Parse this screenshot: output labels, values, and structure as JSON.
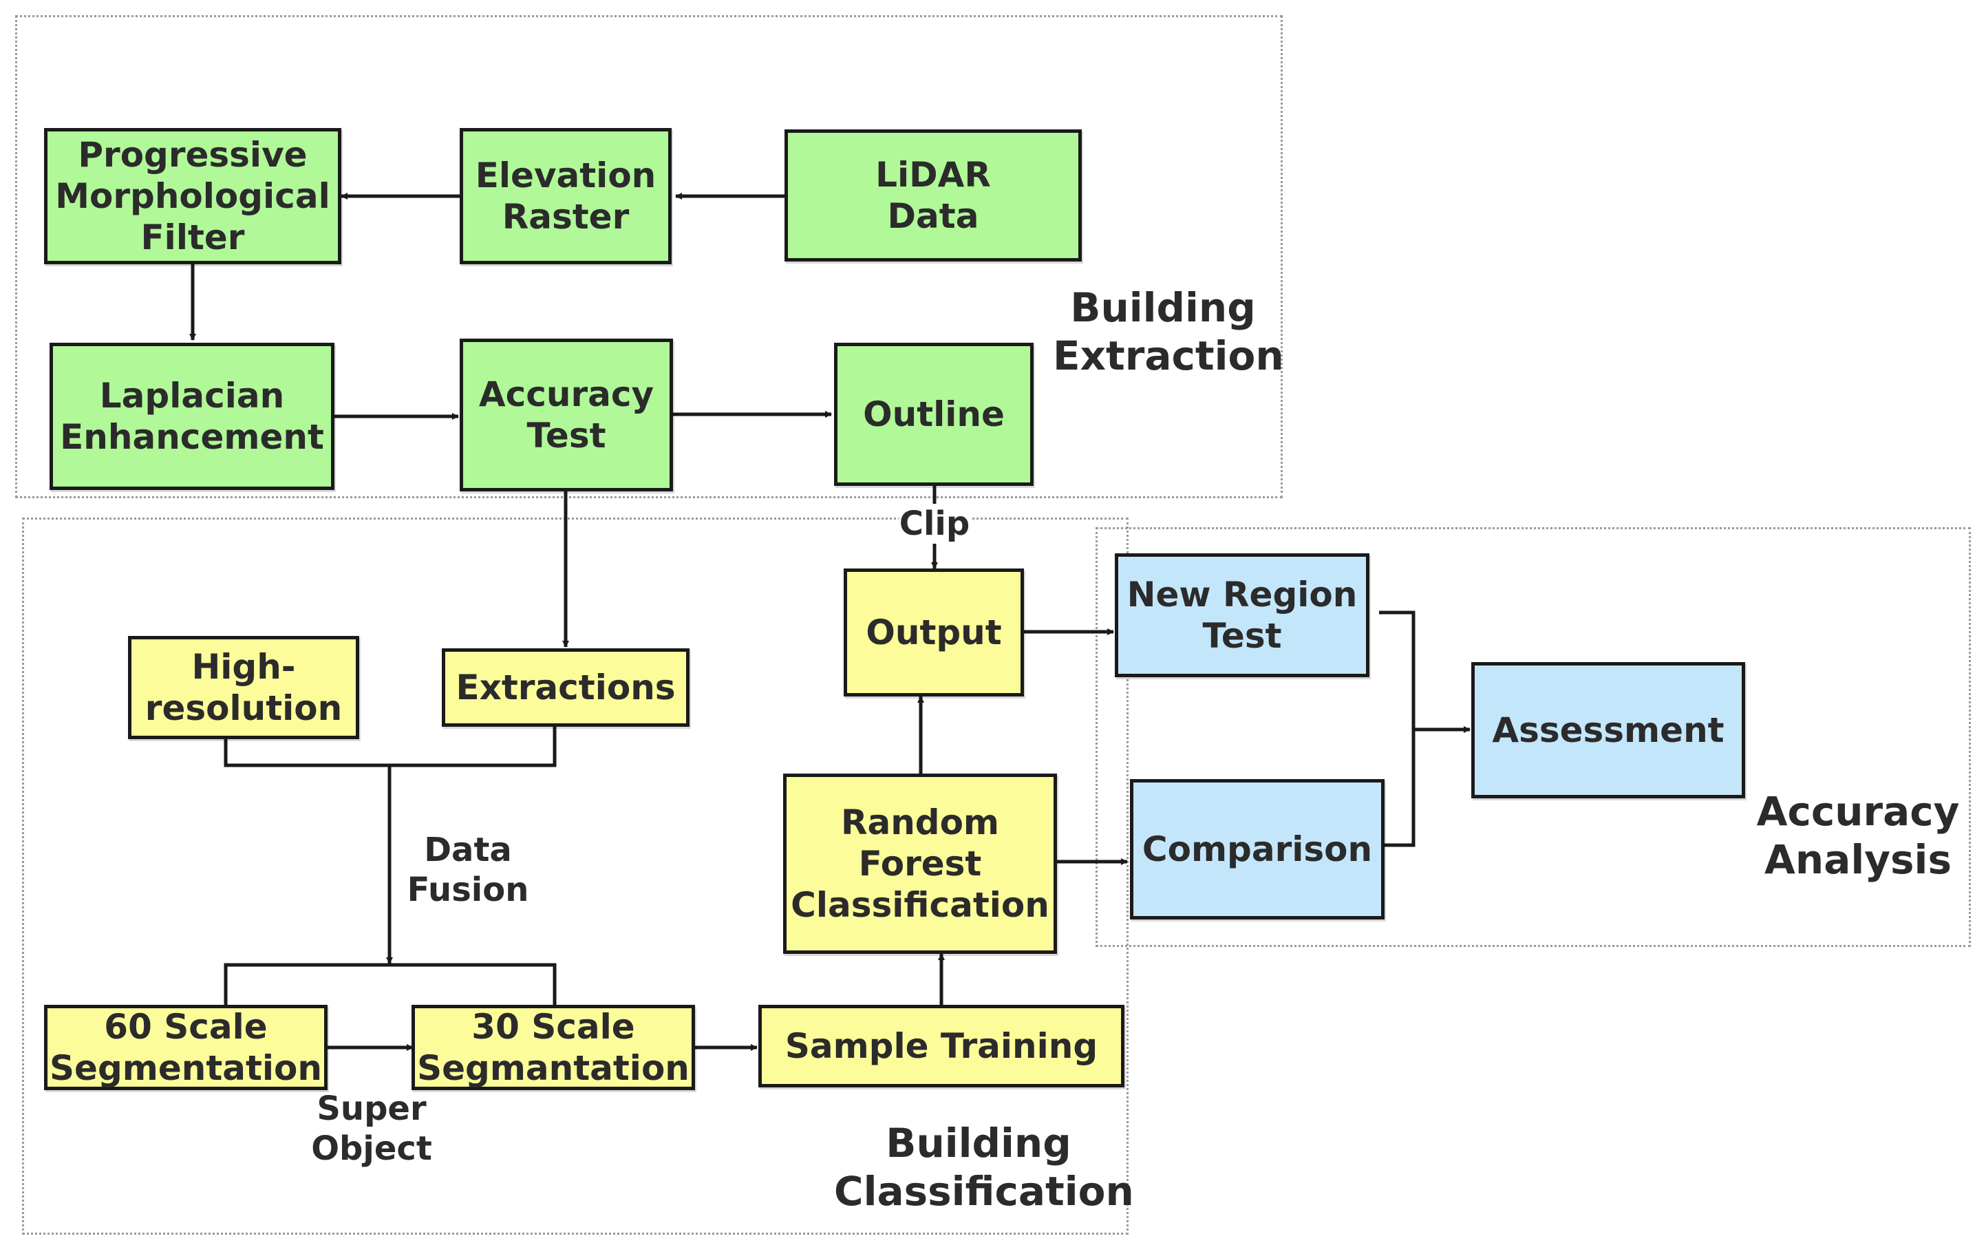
{
  "regions": {
    "extraction": "Building\nExtraction",
    "classification": "Building\nClassification",
    "analysis": "Accuracy\nAnalysis"
  },
  "nodes": {
    "progressive": "Progressive\nMorphological\nFilter",
    "elevation": "Elevation\nRaster",
    "lidar": "LiDAR\nData",
    "laplacian": "Laplacian\nEnhancement",
    "accuracy_test": "Accuracy\nTest",
    "outline": "Outline",
    "high_res": "High-\nresolution",
    "extractions": "Extractions",
    "output": "Output",
    "random_forest": "Random\nForest\nClassification",
    "new_region": "New Region\nTest",
    "comparison": "Comparison",
    "assessment": "Assessment",
    "scale60": "60 Scale\nSegmentation",
    "scale30": "30 Scale\nSegmantation",
    "sample_training": "Sample Training"
  },
  "edge_labels": {
    "clip": "Clip",
    "data_fusion": "Data\nFusion",
    "super_object": "Super\nObject"
  },
  "colors": {
    "green": "#b0f898",
    "yellow": "#fcfc9a",
    "blue": "#c4e6fb",
    "stroke": "#1a1a1a",
    "region_border": "#9a9a9a"
  }
}
